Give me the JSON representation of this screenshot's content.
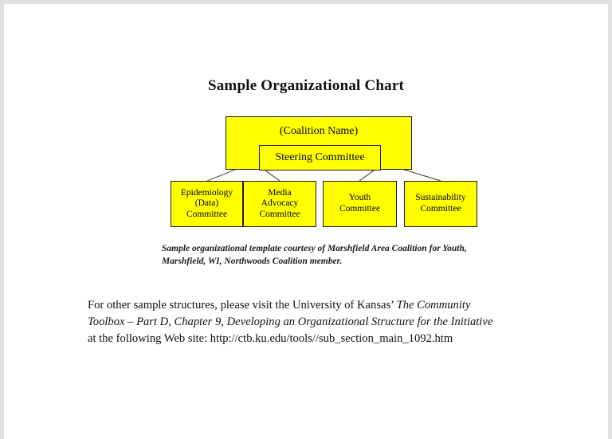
{
  "document": {
    "title": "Sample Organizational Chart"
  },
  "org_chart": {
    "root": {
      "label": "(Coalition Name)"
    },
    "steering": {
      "label": "Steering Committee"
    },
    "children": [
      {
        "label": "Epidemiology\n(Data)\nCommittee",
        "name": "epidemiology-data-committee"
      },
      {
        "label": "Media\nAdvocacy\nCommittee",
        "name": "media-advocacy-committee"
      },
      {
        "label": "Youth\nCommittee",
        "name": "youth-committee"
      },
      {
        "label": "Sustainability\nCommittee",
        "name": "sustainability-committee"
      }
    ],
    "colors": {
      "node_fill": "#FFFF00",
      "node_border": "#1A1A1A",
      "connector": "#555555",
      "page_background": "#FFFFFF",
      "frame": "#E2E2E2"
    }
  },
  "caption": {
    "text": "Sample organizational template courtesy of Marshfield Area Coalition for Youth, Marshfield, WI, Northwoods Coalition member."
  },
  "paragraph": {
    "part1": "For other sample structures, please visit the University of Kansas’ ",
    "italic1": "The Community Toolbox – Part D, Chapter 9, Developing an Organizational Structure for the Initiative",
    "part2": " at the following Web site:  http://ctb.ku.edu/tools//sub_section_main_1092.htm"
  }
}
